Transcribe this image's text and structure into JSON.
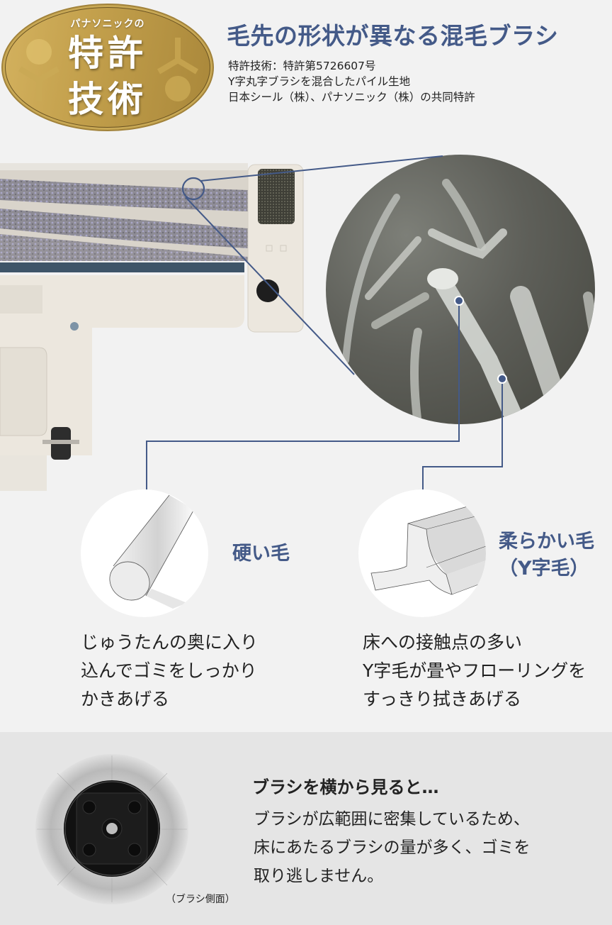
{
  "badge": {
    "top_text": "パナソニックの",
    "line1": "特許",
    "line2": "技術",
    "colors": {
      "gold_light": "#d4b25f",
      "gold_dark": "#a9873a"
    }
  },
  "header": {
    "title": "毛先の形状が異なる混毛ブラシ",
    "subtitle_lines": [
      "特許技術：特許第5726607号",
      "Y字丸字ブラシを混合したパイル生地",
      "日本シール（株）、パナソニック（株）の共同特許"
    ]
  },
  "fibers": [
    {
      "label": "硬い毛",
      "description_lines": [
        "じゅうたんの奥に入り",
        "込んでゴミをしっかり",
        "かきあげる"
      ],
      "icon": "round-bristle-icon"
    },
    {
      "label_lines": [
        "柔らかい毛",
        "（Y字毛）"
      ],
      "description_lines": [
        "床への接触点の多い",
        "Y字毛が畳やフローリングを",
        "すっきり拭きあげる"
      ],
      "icon": "y-shaped-bristle-icon"
    }
  ],
  "side_view": {
    "title": "ブラシを横から見ると…",
    "body_lines": [
      "ブラシが広範囲に密集しているため、",
      "床にあたるブラシの量が多く、ゴミを",
      "取り逃しません。"
    ],
    "caption": "（ブラシ側面）"
  },
  "colors": {
    "accent": "#445a88",
    "background": "#f2f2f2",
    "band": "#e5e5e5",
    "text": "#222222"
  }
}
